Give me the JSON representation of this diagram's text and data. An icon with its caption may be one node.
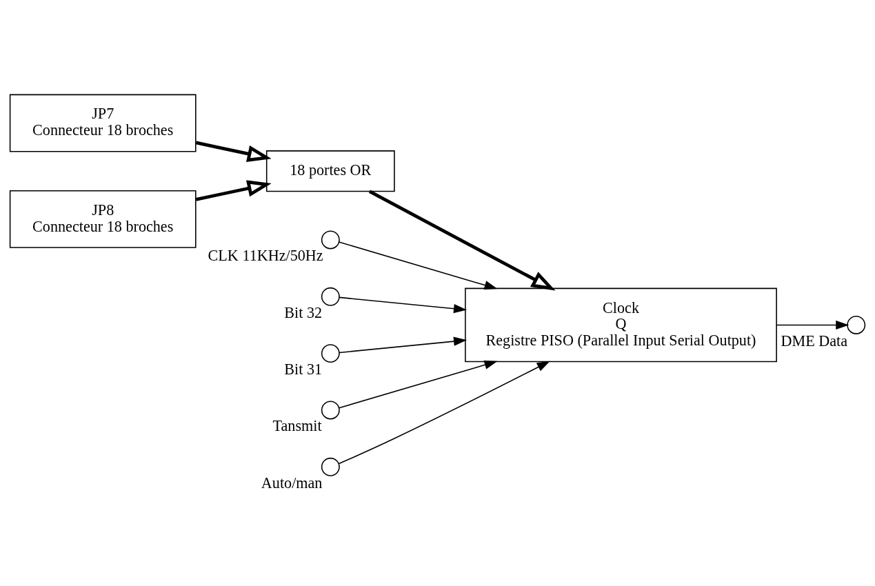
{
  "diagram": {
    "nodes": [
      {
        "text": [
          "JP7",
          "Connecteur 18 broches"
        ]
      },
      {
        "text": [
          "JP8",
          "Connecteur 18 broches"
        ]
      },
      {
        "text": [
          "18 portes OR"
        ]
      },
      {
        "text": [],
        "shape": "circle",
        "beside": [
          "CLK 11KHz/50Hz"
        ]
      },
      {
        "text": [],
        "shape": "circle",
        "beside": [
          "Bit 32"
        ]
      },
      {
        "text": [],
        "shape": "circle",
        "beside": [
          "Bit 31"
        ]
      },
      {
        "text": [],
        "shape": "circle",
        "beside": [
          "Tansmit"
        ]
      },
      {
        "text": [],
        "shape": "circle",
        "beside": [
          "Auto/man"
        ]
      },
      {
        "text": [],
        "shape": "circle",
        "beside": [
          "DME Data"
        ]
      },
      {
        "text": [
          "Clock",
          "Q",
          "Registre PISO (Parallel Input Serial Output)"
        ]
      }
    ],
    "edges": [
      {
        "from": 0,
        "to": 2,
        "arrow": "to",
        "style": "thick"
      },
      {
        "from": 1,
        "to": 2,
        "arrow": "to",
        "style": "thick"
      },
      {
        "from": 2,
        "to": 9,
        "arrow": "to",
        "style": "thick"
      },
      {
        "from": 3,
        "to": 9,
        "arrow": "to"
      },
      {
        "from": 4,
        "to": 9,
        "arrow": "to"
      },
      {
        "from": 5,
        "to": 9,
        "arrow": "to"
      },
      {
        "from": 6,
        "to": 9,
        "arrow": "to"
      },
      {
        "from": 7,
        "to": 9,
        "arrow": "to"
      },
      {
        "from": 9,
        "to": 8,
        "arrow": "to"
      }
    ]
  }
}
